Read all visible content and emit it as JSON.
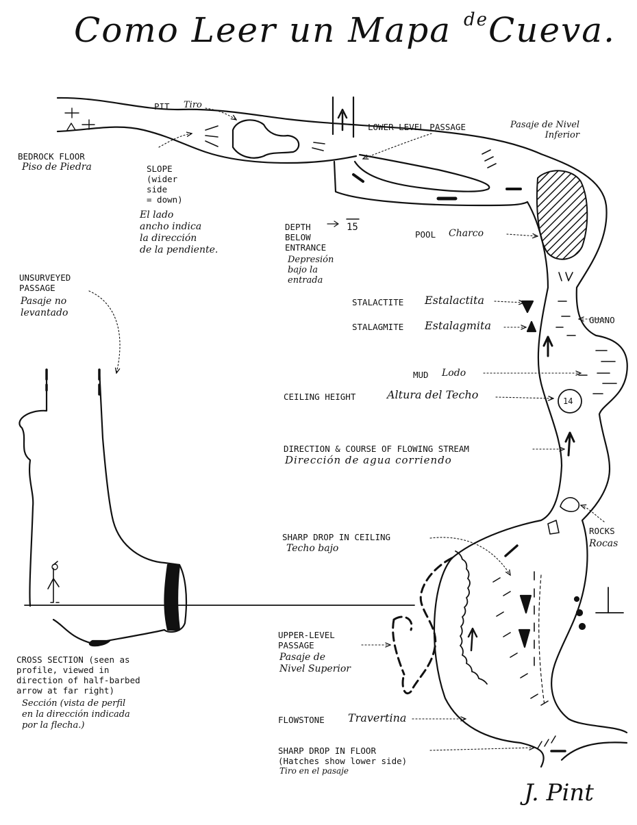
{
  "title": {
    "main": "Como Leer un Mapa",
    "small": "de",
    "tail": "Cueva."
  },
  "labels": {
    "pit": {
      "en": "PIT",
      "es": "Tiro"
    },
    "bedrock": {
      "en": "BEDROCK FLOOR",
      "es": "Piso de Piedra"
    },
    "slope": {
      "en": "SLOPE\n(wider\nside\n= down)",
      "es": "El lado\nancho indica\nla dirección\nde la pendiente."
    },
    "lower_level": {
      "en": "LOWER LEVEL PASSAGE",
      "es": "Pasaje de Nivel\nInferior"
    },
    "depth": {
      "en": "DEPTH\nBELOW\nENTRANCE",
      "es": "Depresión\nbajo la\nentrada",
      "value": "15"
    },
    "pool": {
      "en": "POOL",
      "es": "Charco"
    },
    "unsurveyed": {
      "en": "UNSURVEYED\nPASSAGE",
      "es": "Pasaje no\nlevantado"
    },
    "stalactite": {
      "en": "STALACTITE",
      "es": "Estalactita"
    },
    "stalagmite": {
      "en": "STALAGMITE",
      "es": "Estalagmita"
    },
    "guano": {
      "en": "GUANO"
    },
    "mud": {
      "en": "MUD",
      "es": "Lodo"
    },
    "ceiling_height": {
      "en": "CEILING HEIGHT",
      "es": "Altura del Techo",
      "value": "14"
    },
    "stream": {
      "en": "DIRECTION & COURSE OF FLOWING STREAM",
      "es": "Dirección de agua corriendo"
    },
    "rocks": {
      "en": "ROCKS",
      "es": "Rocas"
    },
    "sharp_ceiling": {
      "en": "SHARP DROP IN CEILING",
      "es": "Techo bajo"
    },
    "upper_level": {
      "en": "UPPER-LEVEL\nPASSAGE",
      "es": "Pasaje de\nNivel Superior"
    },
    "cross_section": {
      "en": "CROSS SECTION (seen as\nprofile, viewed in\ndirection of half-barbed\narrow at far right)",
      "es": "Sección (vista de perfil\nen la dirección indicada\npor la flecha.)"
    },
    "flowstone": {
      "en": "FLOWSTONE",
      "es": "Travertina"
    },
    "sharp_floor": {
      "en": "SHARP DROP IN FLOOR\n(Hatches show lower side)",
      "es": "Tiro en el pasaje"
    }
  },
  "signature": "J. Pint"
}
